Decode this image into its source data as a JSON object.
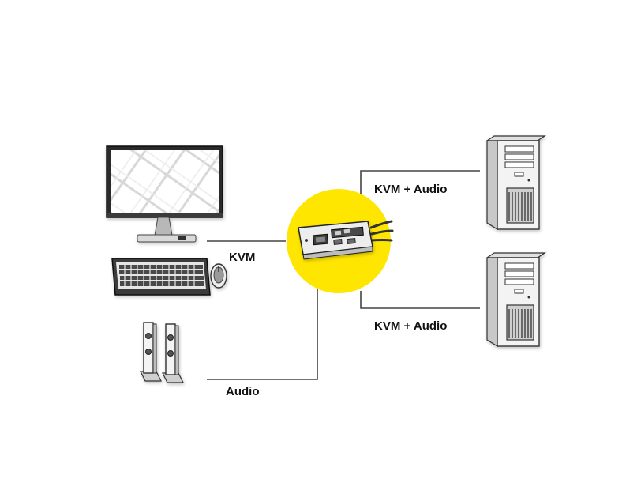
{
  "labels": {
    "kvm": "KVM",
    "audio": "Audio",
    "kvm_audio_top": "KVM + Audio",
    "kvm_audio_bottom": "KVM + Audio"
  },
  "colors": {
    "highlight": "#FFE600",
    "line": "#444444",
    "device_fill": "#F2F2F2",
    "device_stroke": "#333333"
  },
  "icons": [
    "monitor-icon",
    "keyboard-icon",
    "mouse-icon",
    "speakers-icon",
    "kvm-switch-icon",
    "pc-tower-icon"
  ]
}
